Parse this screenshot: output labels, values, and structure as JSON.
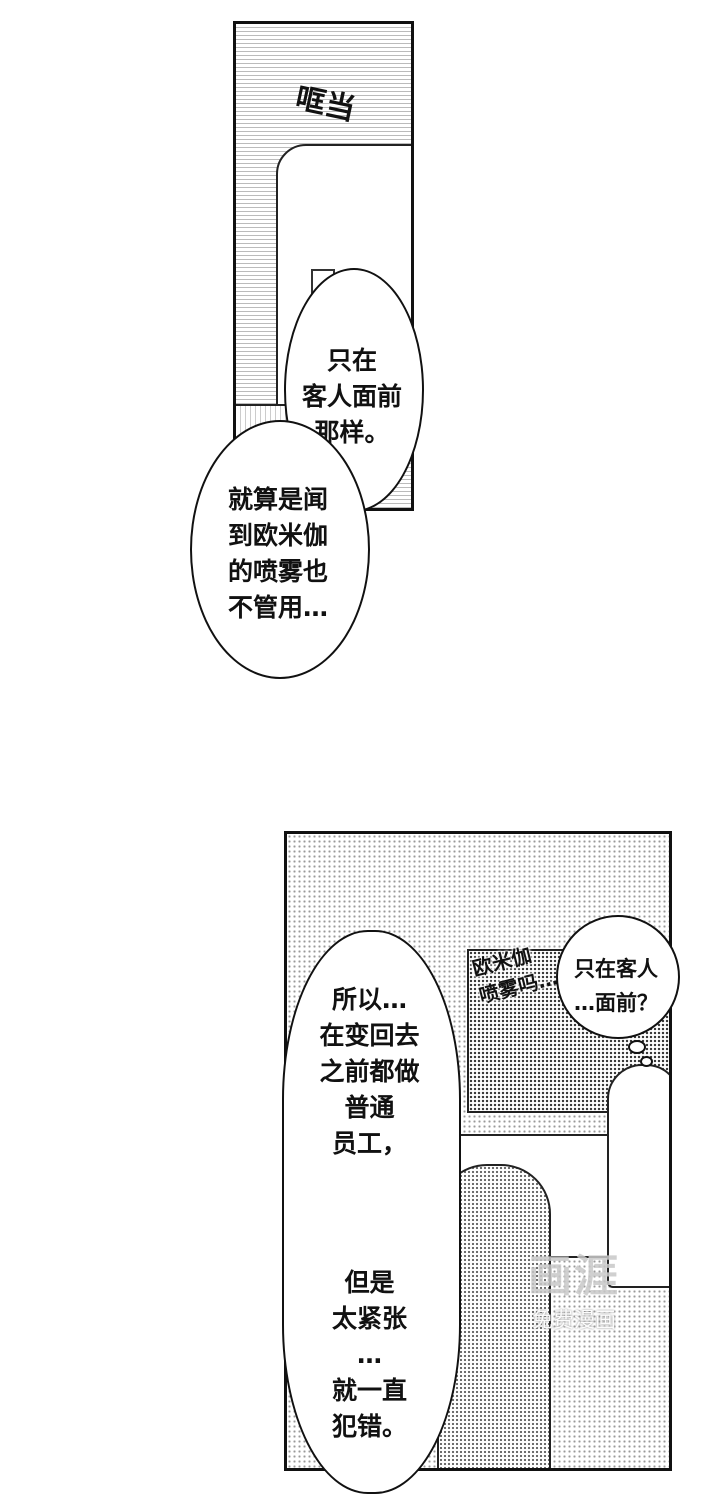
{
  "panel1": {
    "sfx": "哐当",
    "bubble1": [
      "只在",
      "客人面前",
      "那样。"
    ],
    "bubble2": [
      "就算是闻",
      "到欧米伽",
      "的喷雾也",
      "不管用…"
    ]
  },
  "panel2": {
    "sfx": [
      "欧米伽",
      "喷雾吗…"
    ],
    "small_bubble": [
      "只在客人",
      "…面前？"
    ],
    "big_bubble_top": [
      "所以…",
      "在变回去",
      "之前都做",
      "普通",
      "员工，"
    ],
    "big_bubble_bottom": [
      "但是",
      "太紧张",
      "…",
      "就一直",
      "犯错。"
    ]
  },
  "watermark": {
    "logo": "画涯",
    "tagline": "免费漫画"
  }
}
